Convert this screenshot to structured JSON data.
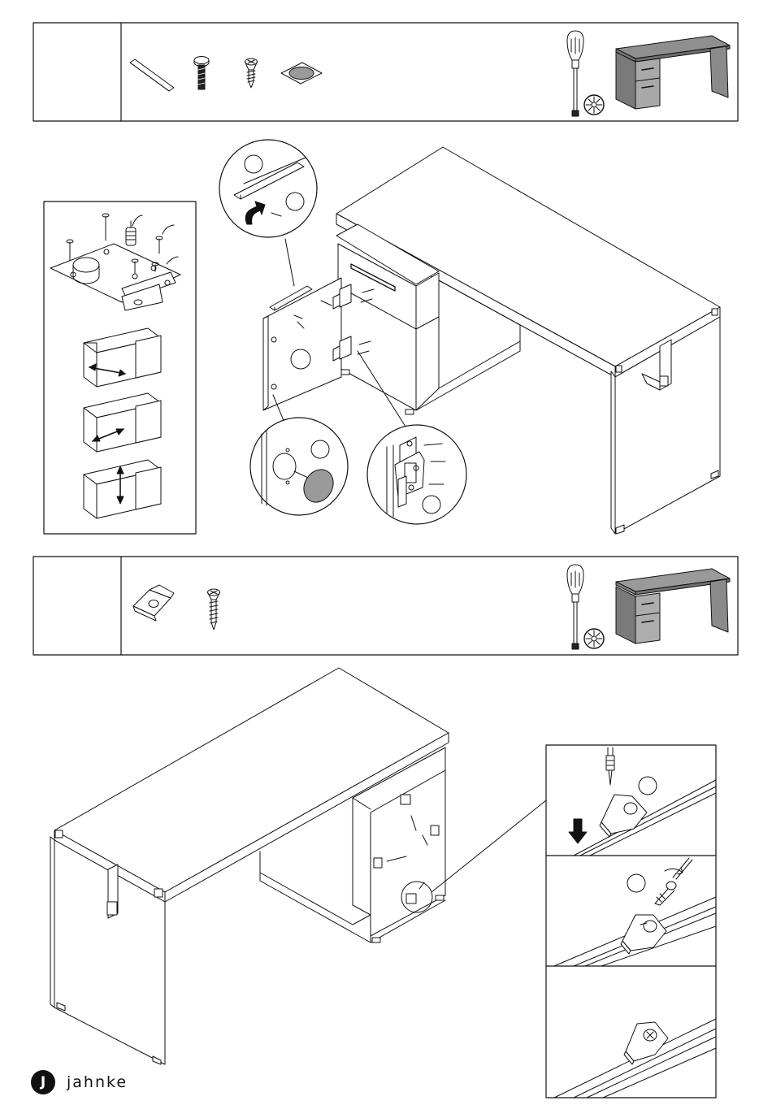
{
  "document": {
    "type": "assembly-instructions",
    "brand": {
      "name": "Jahnke",
      "logo_letter": "J"
    },
    "steps": [
      {
        "parts": [
          "dowel-icon",
          "bolt-icon",
          "screw-icon",
          "felt-pad-icon"
        ],
        "tools": [
          "screwdriver-icon",
          "phillips-bit-icon"
        ],
        "product_thumbnail": "desk-icon",
        "panels": [
          "hinge-detail",
          "hinge-adjust-depth",
          "hinge-adjust-side",
          "hinge-adjust-height",
          "door-assembly",
          "rail-zoom",
          "pad-zoom",
          "hinge-zoom"
        ]
      },
      {
        "parts": [
          "angle-bracket-icon",
          "wood-screw-icon"
        ],
        "tools": [
          "screwdriver-icon",
          "phillips-bit-icon"
        ],
        "product_thumbnail": "desk-icon",
        "panels": [
          "desk-assembly",
          "bracket-step-1",
          "bracket-step-2",
          "bracket-step-3"
        ]
      }
    ]
  },
  "colors": {
    "line": "#111111",
    "shade": "#9a9a9a",
    "thumb_fill": "#b4b4b4",
    "background": "#ffffff"
  }
}
